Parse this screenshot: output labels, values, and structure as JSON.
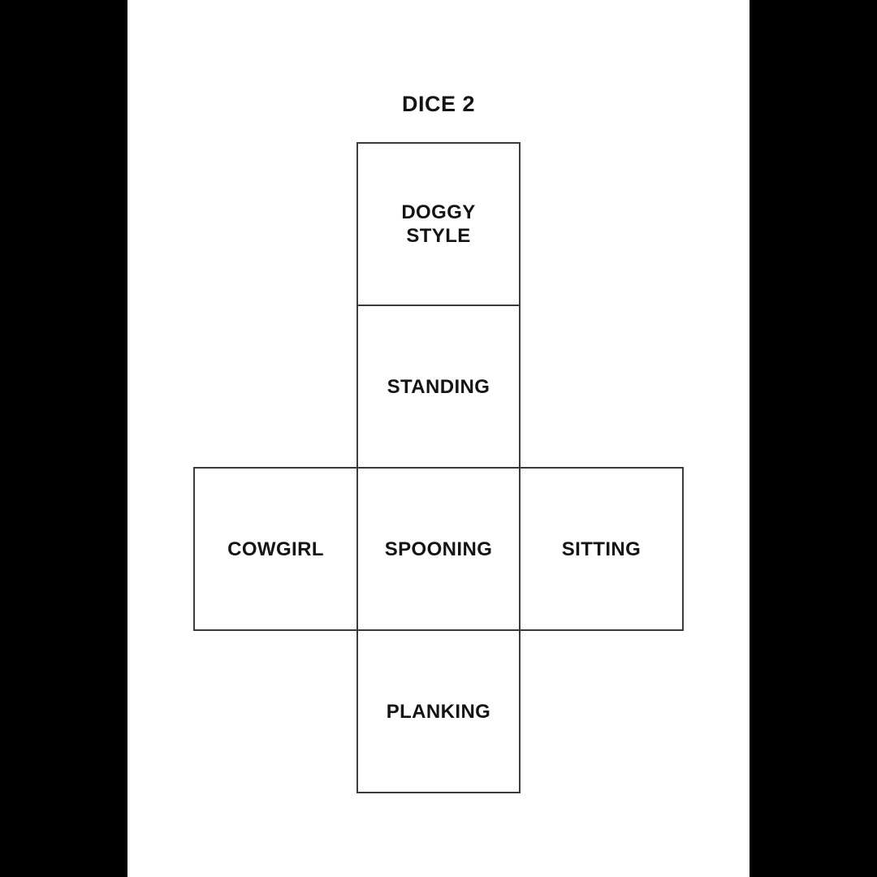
{
  "title": "DICE 2",
  "net": {
    "cells": [
      {
        "id": "doggy-style",
        "lines": [
          "DOGGY",
          "STYLE"
        ]
      },
      {
        "id": "standing",
        "lines": [
          "STANDING"
        ]
      },
      {
        "id": "cowgirl",
        "lines": [
          "COWGIRL"
        ]
      },
      {
        "id": "spooning",
        "lines": [
          "SPOONING"
        ]
      },
      {
        "id": "sitting",
        "lines": [
          "SITTING"
        ]
      },
      {
        "id": "planking",
        "lines": [
          "PLANKING"
        ]
      }
    ]
  },
  "colors": {
    "background": "#000000",
    "sheet": "#ffffff",
    "line": "#3b3b3b",
    "text": "#141414"
  }
}
